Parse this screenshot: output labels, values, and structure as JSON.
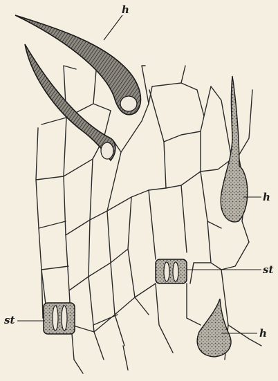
{
  "figure": {
    "labels": {
      "hair_top": "h",
      "hair_right": "h",
      "stoma_right": "st",
      "stoma_left": "st",
      "hair_bottom": "h"
    }
  },
  "colors": {
    "paper": "#f4efe1",
    "ink": "#1b1b1b"
  }
}
